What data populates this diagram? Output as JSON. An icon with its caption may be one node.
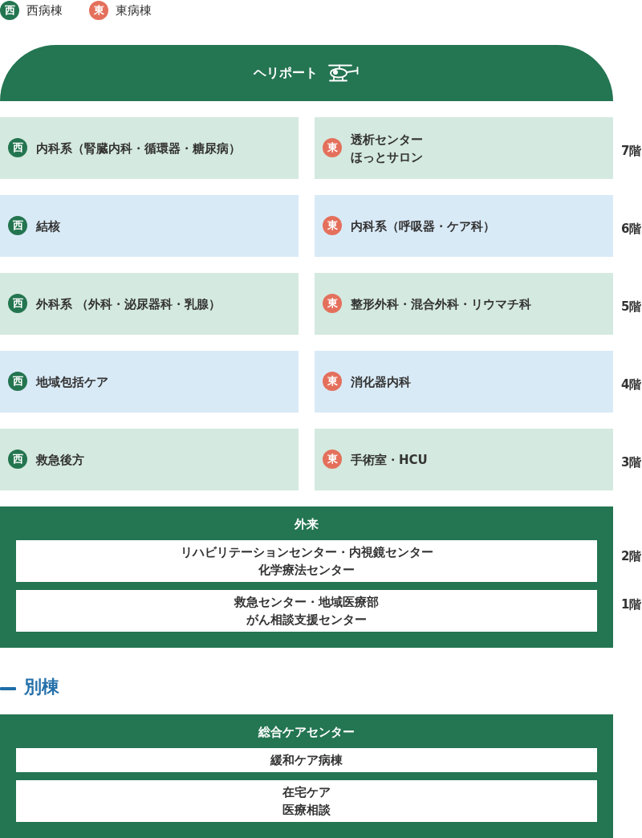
{
  "diagram": {
    "nodes": [
      {
        "text": [
          "ヘリポート"
        ]
      },
      {
        "text": [
          "内科系（腎臓内科・循環器・糖尿病）"
        ]
      },
      {
        "text": [
          "西"
        ],
        "in": 1
      },
      {
        "text": [
          "透析センター",
          "ほっとサロン"
        ],
        "beside": [
          "7階"
        ]
      },
      {
        "text": [
          "東"
        ],
        "in": 3
      },
      {
        "text": [
          "結核"
        ]
      },
      {
        "text": [
          "西"
        ],
        "in": 5
      },
      {
        "text": [
          "内科系（呼吸器・ケア科）"
        ],
        "beside": [
          "6階"
        ]
      },
      {
        "text": [
          "東"
        ],
        "in": 7
      },
      {
        "text": [
          "外科系 （外科・泌尿器科・乳腺）"
        ]
      },
      {
        "text": [
          "西"
        ],
        "in": 9
      },
      {
        "text": [
          "整形外科・混合外科・リウマチ科"
        ],
        "beside": [
          "5階"
        ]
      },
      {
        "text": [
          "東"
        ],
        "in": 11
      },
      {
        "text": [
          "地域包括ケア"
        ]
      },
      {
        "text": [
          "西"
        ],
        "in": 13
      },
      {
        "text": [
          "消化器内科"
        ],
        "beside": [
          "4階"
        ]
      },
      {
        "text": [
          "東"
        ],
        "in": 15
      },
      {
        "text": [
          "救急後方"
        ]
      },
      {
        "text": [
          "西"
        ],
        "in": 17
      },
      {
        "text": [
          "手術室・HCU"
        ],
        "beside": [
          "3階"
        ]
      },
      {
        "text": [
          "東"
        ],
        "in": 19
      },
      {
        "text": [
          "外来"
        ]
      },
      {
        "text": [
          "リハビリテーションセンター・内視鏡センター",
          "化学療法センター"
        ],
        "in": 21,
        "beside": [
          "2階"
        ]
      },
      {
        "text": [
          "救急センター・地域医療部",
          "がん相談支援センター"
        ],
        "in": 21,
        "beside": [
          "1階"
        ]
      },
      {
        "text": [
          "総合ケアセンター"
        ]
      },
      {
        "text": [
          "緩和ケア病棟"
        ],
        "in": 24
      },
      {
        "text": [
          "在宅ケア",
          "医療相談"
        ],
        "in": 24
      }
    ],
    "labels": [
      "西",
      "東",
      "別棟"
    ],
    "legend": [
      {
        "text": "西病棟",
        "color": "#237550"
      },
      {
        "text": "東病棟",
        "color": "#e4705c"
      }
    ]
  }
}
